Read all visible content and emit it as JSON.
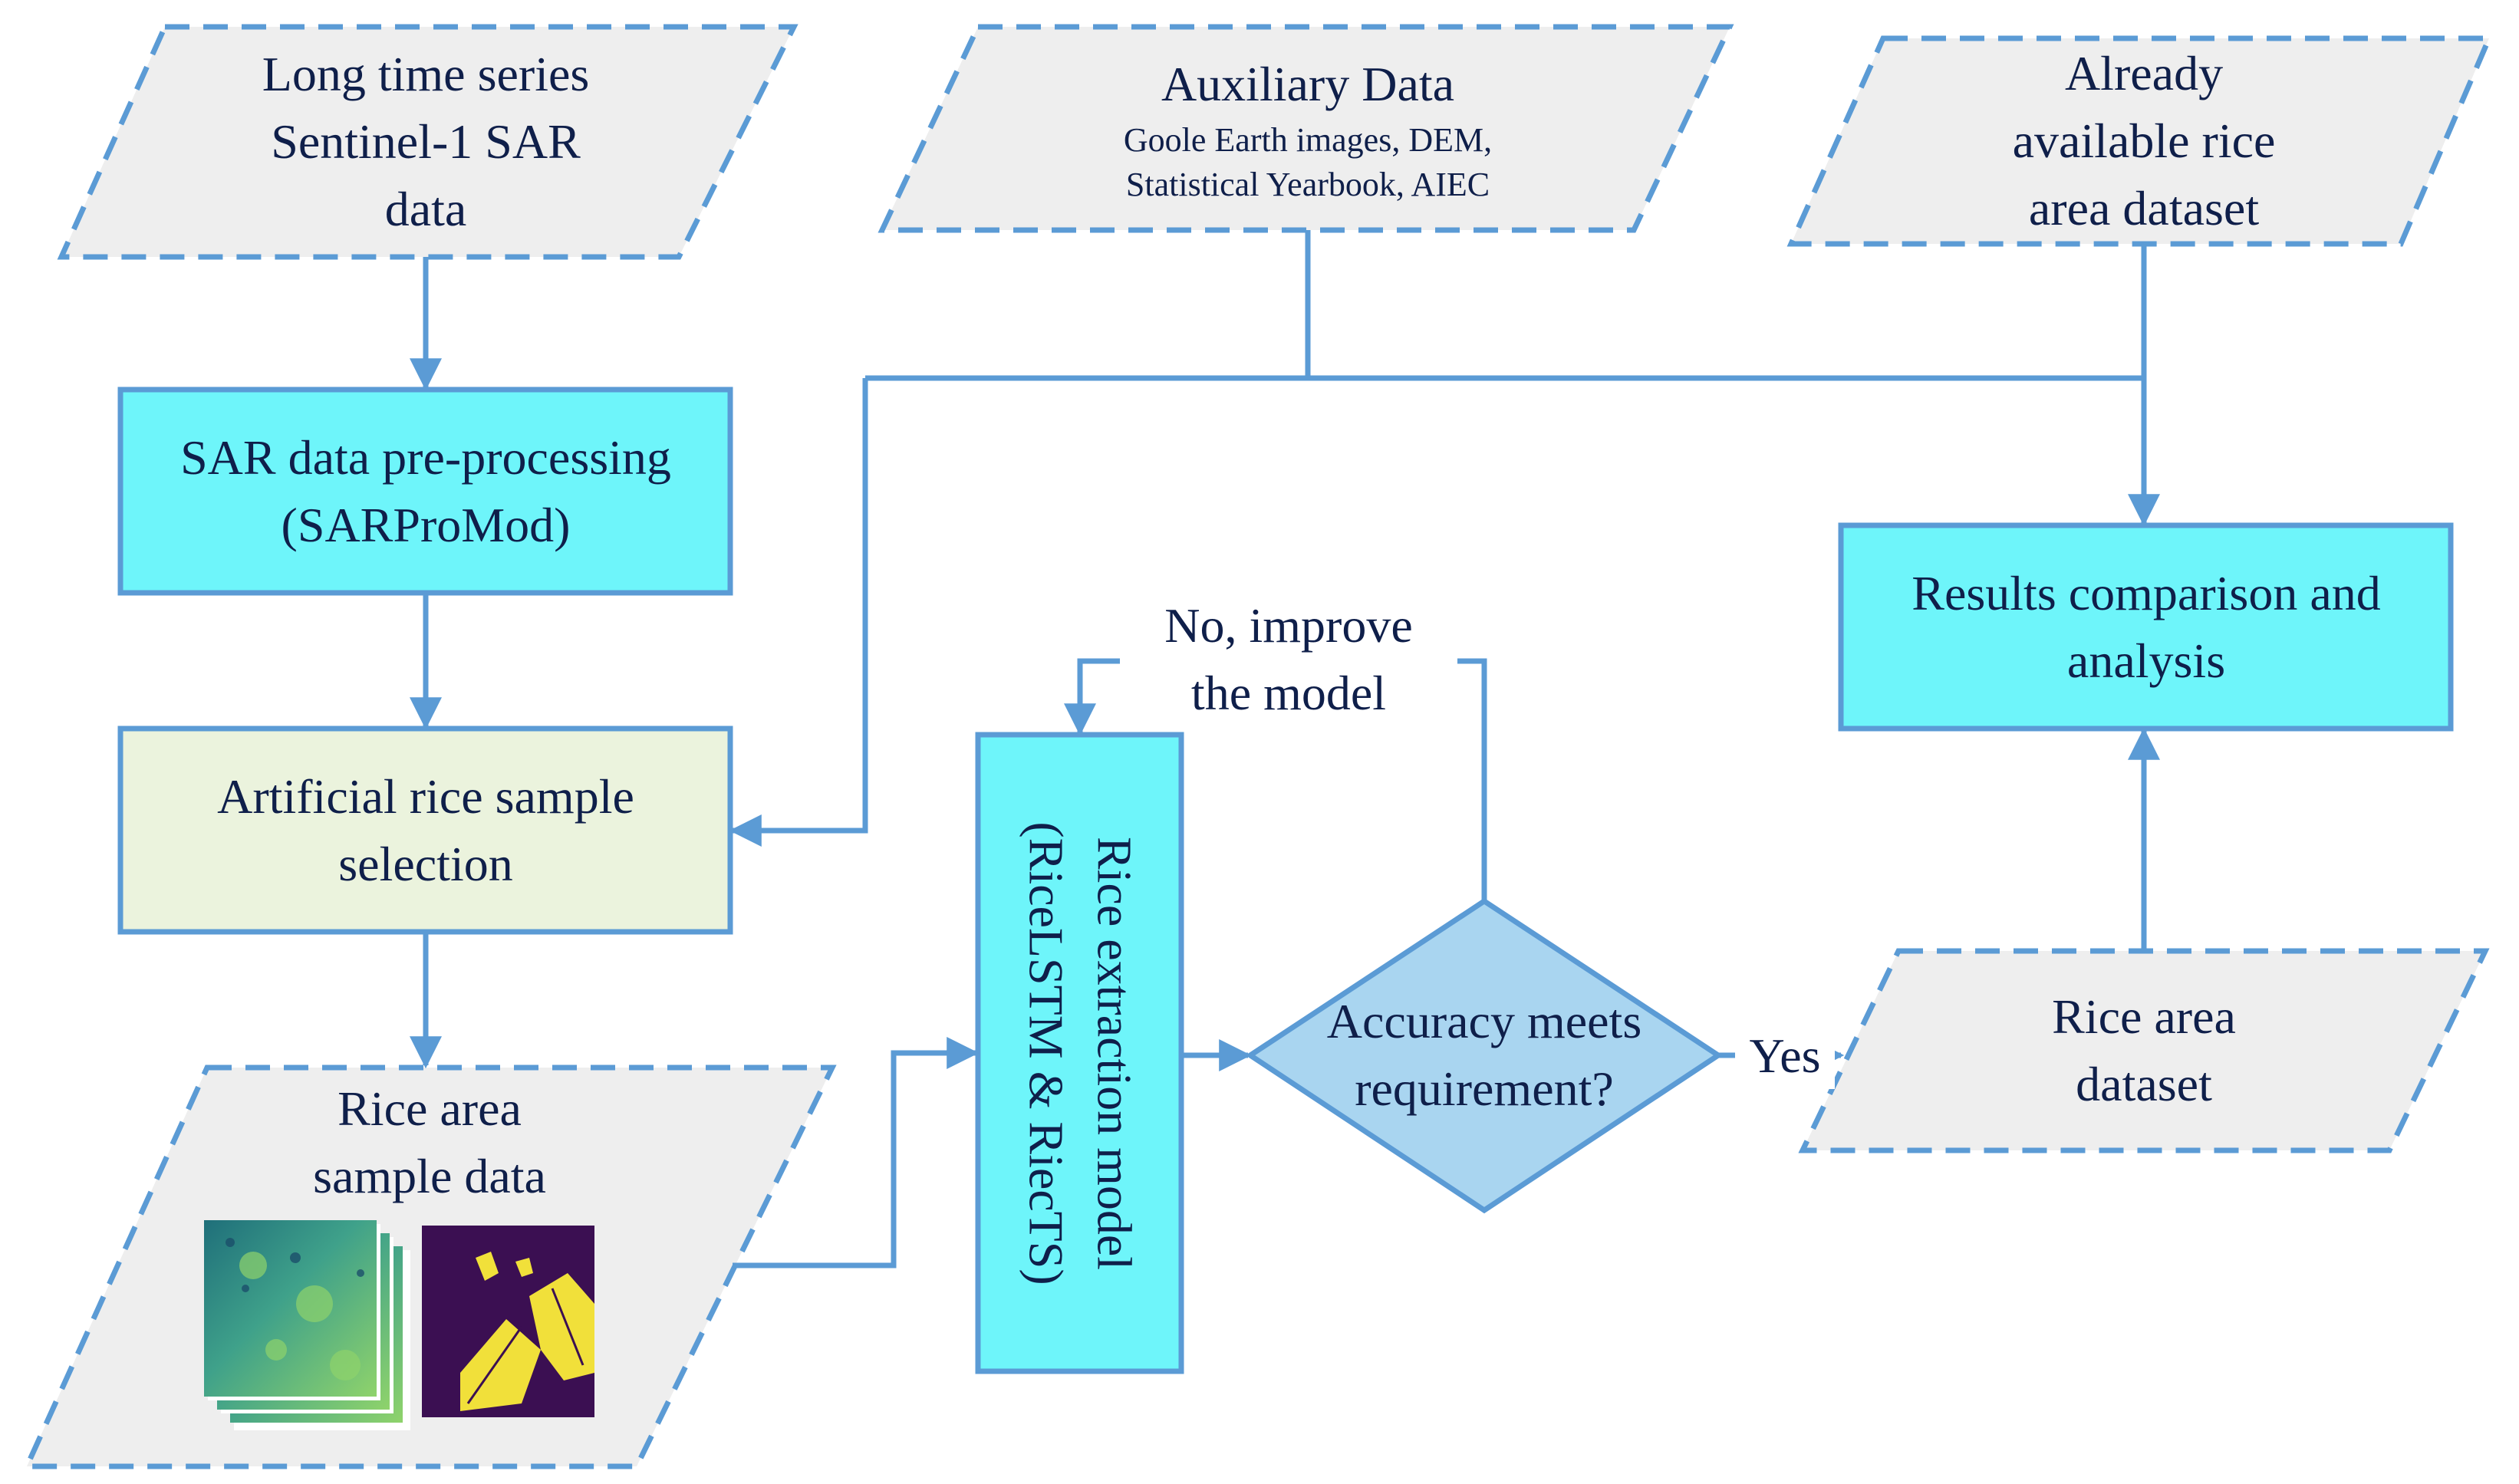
{
  "nodes": {
    "sentinel": {
      "lines": [
        "Long time series",
        "Sentinel-1 SAR",
        "data"
      ]
    },
    "auxiliary": {
      "title": "Auxiliary Data",
      "detail": [
        "Goole Earth images, DEM,",
        "Statistical Yearbook, AIEC"
      ]
    },
    "available": {
      "lines": [
        "Already",
        "available rice",
        "area dataset"
      ]
    },
    "preprocess": {
      "lines": [
        "SAR data pre-processing",
        "(SARProMod)"
      ]
    },
    "sample_selection": {
      "lines": [
        "Artificial rice sample",
        "selection"
      ]
    },
    "sample_data": {
      "lines": [
        "Rice area",
        "sample data"
      ]
    },
    "model": {
      "lines": [
        "Rice extraction model",
        "(RiceLSTM & RiecTS)"
      ]
    },
    "decision": {
      "lines": [
        "Accuracy meets",
        "requirement?"
      ]
    },
    "rice_dataset": {
      "lines": [
        "Rice area",
        "dataset"
      ]
    },
    "comparison": {
      "lines": [
        "Results comparison and",
        "analysis"
      ]
    }
  },
  "edge_labels": {
    "no_loop": [
      "No, improve",
      "the model"
    ],
    "yes": "Yes"
  },
  "colors": {
    "stroke": "#5b9bd5",
    "data_fill": "#eeeeee",
    "process_fill": "#6ef5fa",
    "selection_fill": "#ebf3dd",
    "decision_fill": "#a9d5f0",
    "text": "#0f1f4a",
    "image_teal": "#2e8a8a",
    "image_purple": "#3b0f52",
    "image_yellow": "#f1e03a"
  }
}
